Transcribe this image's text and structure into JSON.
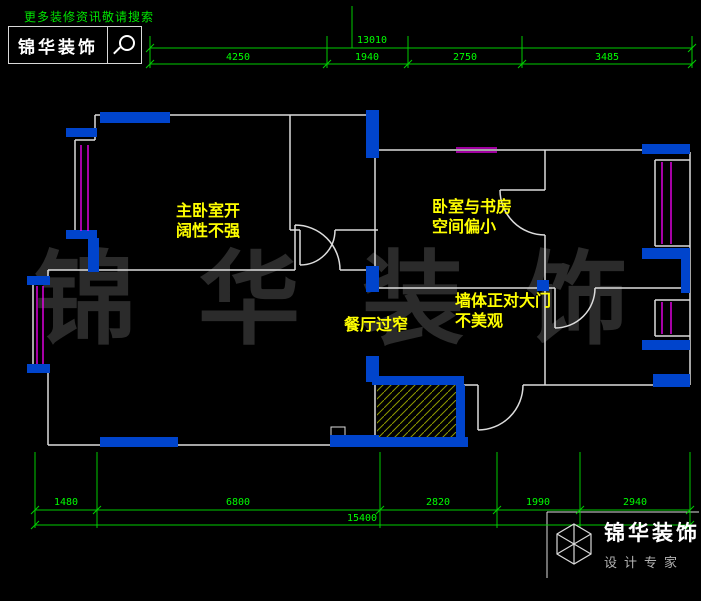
{
  "header": {
    "search_hint": "更多装修资讯敬请搜索",
    "brand": "锦华装饰"
  },
  "watermark": "锦华装饰",
  "annotations": {
    "master_bedroom": [
      "主卧室开",
      "阔性不强"
    ],
    "bedroom_study": [
      "卧室与书房",
      "空间偏小"
    ],
    "wall_door": [
      "墙体正对大门",
      "不美观"
    ],
    "dining": [
      "餐厅过窄"
    ]
  },
  "dimensions": {
    "top_total": "13010",
    "top_segments": [
      "4250",
      "1940",
      "2750",
      "3485"
    ],
    "bottom_segments": [
      "1480",
      "6800",
      "2820",
      "1990",
      "2940"
    ],
    "bottom_total": "15400"
  },
  "footer": {
    "brand": "锦华装饰",
    "tagline": "设计专家"
  },
  "colors": {
    "background": "#000000",
    "wall_line": "#dcdcdc",
    "wall_fill_blue": "#0044cc",
    "window_magenta": "#ff00ff",
    "dimension_green": "#00ff00",
    "annotation_yellow": "#ffff00",
    "watermark_gray": "#2b2b2b"
  }
}
